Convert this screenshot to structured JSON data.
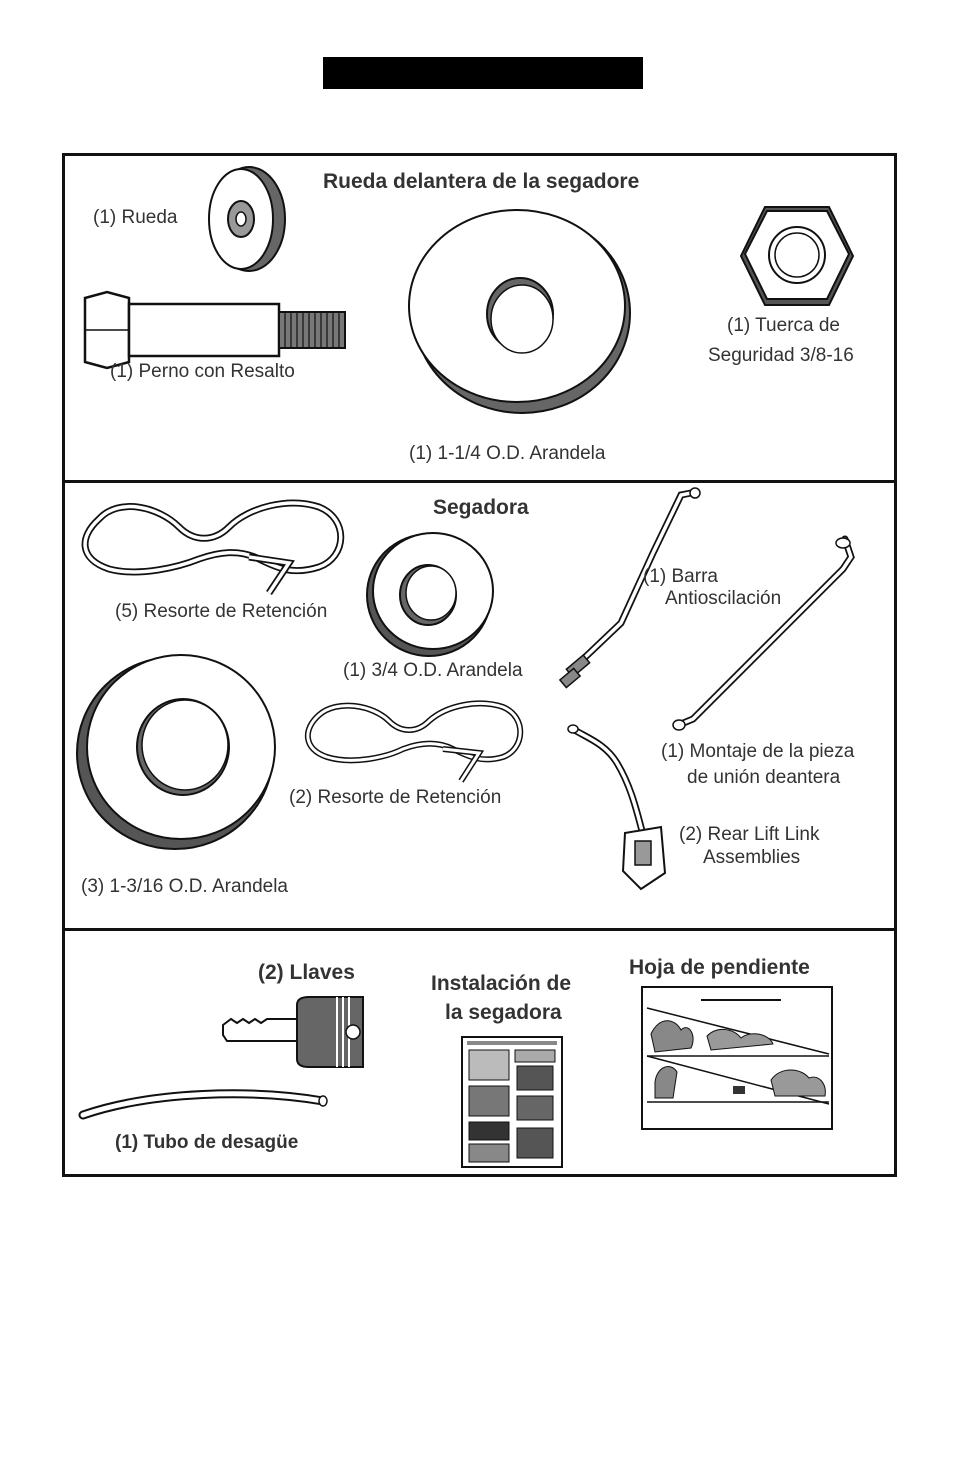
{
  "sections": {
    "front_wheel": {
      "heading": "Rueda delantera de la segadore",
      "items": {
        "wheel": "(1) Rueda",
        "shoulder_bolt": "(1) Perno  con Resalto",
        "washer": "(1) 1-1/4 O.D. Arandela",
        "locknut_line1": "(1) Tuerca de",
        "locknut_line2": "Seguridad  3/8-16"
      }
    },
    "mower": {
      "heading": "Segadora",
      "items": {
        "retaining_spring_5": "(5) Resorte de Retención",
        "washer_3_4": "(1) 3/4 O.D. Arandela",
        "sway_bar_line1": "(1) Barra",
        "sway_bar_line2": "Antioscilación",
        "front_link_line1": "(1) Montaje de la pieza",
        "front_link_line2": "de unión deantera",
        "retaining_spring_2": "(2) Resorte de Retención",
        "rear_lift_line1": "(2) Rear Lift Link",
        "rear_lift_line2": "Assemblies",
        "washer_1_3_16": "(3) 1-3/16 O.D. Arandela"
      }
    },
    "misc": {
      "keys_heading": "(2) Llaves",
      "drain_tube": "(1) Tubo de desagüe",
      "install_heading_line1": "Instalación de",
      "install_heading_line2": "la segadora",
      "slope_heading": "Hoja de pendiente"
    }
  },
  "icons": [
    "wheel-icon",
    "shoulder-bolt-icon",
    "washer-icon",
    "locknut-icon",
    "retaining-spring-icon",
    "sway-bar-icon",
    "front-link-icon",
    "rear-lift-link-icon",
    "key-icon",
    "drain-tube-icon",
    "install-booklet-icon",
    "slope-sheet-icon"
  ],
  "colors": {
    "ink": "#222222",
    "hatch": "#555555",
    "panel_border": "#111111"
  }
}
